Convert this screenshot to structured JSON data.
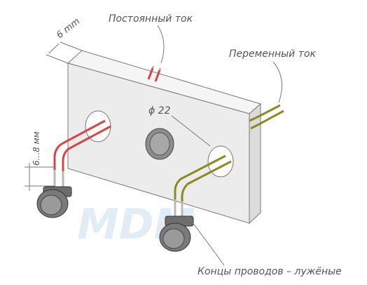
{
  "labels": {
    "dc": "Постоянный ток",
    "ac": "Переменный ток",
    "thickness": "6 mm",
    "diameter": "ϕ 22",
    "length": "6...8 мм",
    "ends": "Концы проводов – лужёные"
  },
  "colors": {
    "panel_front": "#ececec",
    "panel_side": "#dcdcdc",
    "panel_top": "#f5f5f5",
    "wire_red": "#d64545",
    "wire_olive": "#8a8a1f",
    "wire_tip": "#b8b8b8",
    "watermark": "#cfe1ee",
    "label": "#555555"
  },
  "watermark": "MDM"
}
